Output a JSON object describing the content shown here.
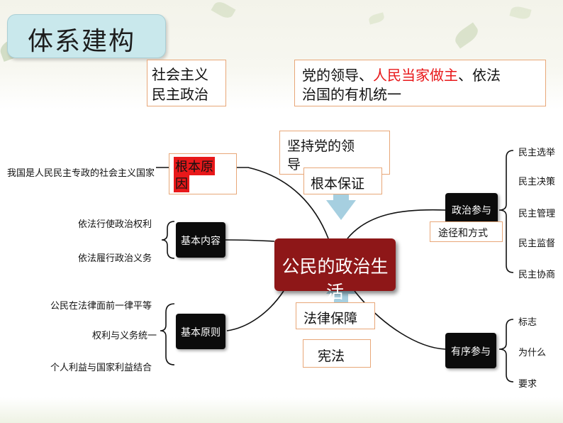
{
  "title": "体系建构",
  "definition": {
    "term_line1": "社会主义",
    "term_line2": "民主政治",
    "desc_part1": "党的领导、",
    "desc_highlight": "人民当家做主",
    "desc_part2": "、依法",
    "desc_line2": "治国的有机统一"
  },
  "colors": {
    "title_bg": "#c9e8ec",
    "highlight_red": "#e8181a",
    "center_node": "#8e1718",
    "dark_node": "#0b0b0b",
    "arrow": "#a6cfe0",
    "box_border": "#e8a778"
  },
  "center": "公民的政治生活",
  "top": {
    "leadership_line1": "坚持党的领",
    "leadership_line2": "导",
    "guarantee": "根本保证"
  },
  "bottom": {
    "legal": "法律保障",
    "constitution": "宪法"
  },
  "left": {
    "reason_node_line1": "根本原",
    "reason_node_line2": "因",
    "reason_text": "我国是人民民主专政的社会主义国家",
    "content_node": "基本内容",
    "content_items": [
      "依法行使政治权利",
      "依法履行政治义务"
    ],
    "principle_node": "基本原则",
    "principle_items": [
      "公民在法律面前一律平等",
      "权利与义务统一",
      "个人利益与国家利益结合"
    ]
  },
  "right": {
    "participation_node": "政治参与",
    "ways_label": "途径和方式",
    "participation_items": [
      "民主选举",
      "民主决策",
      "民主管理",
      "民主监督",
      "民主协商"
    ],
    "orderly_node": "有序参与",
    "orderly_items": [
      "标志",
      "为什么",
      "要求"
    ]
  }
}
